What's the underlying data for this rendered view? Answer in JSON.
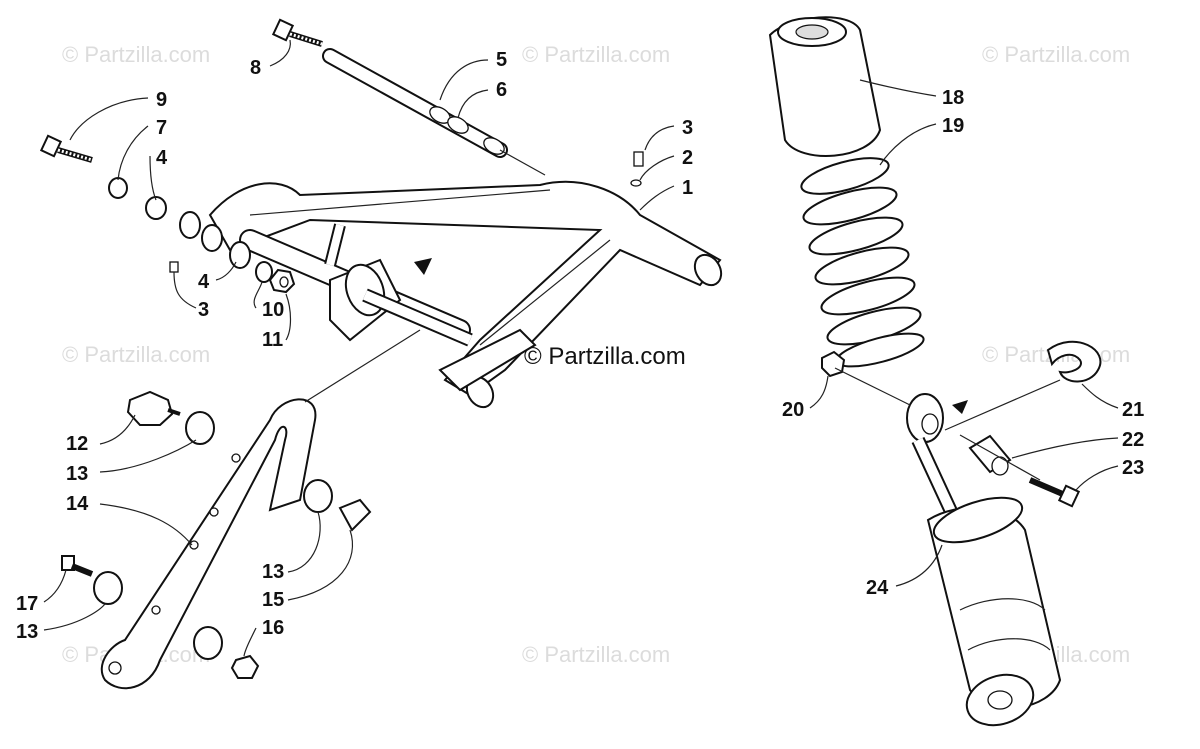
{
  "watermark": "© Partzilla.com",
  "brand_text": "© Partzilla.com",
  "callouts": [
    {
      "id": "c1",
      "text": "1"
    },
    {
      "id": "c2",
      "text": "2"
    },
    {
      "id": "c3a",
      "text": "3"
    },
    {
      "id": "c3b",
      "text": "3"
    },
    {
      "id": "c4a",
      "text": "4"
    },
    {
      "id": "c4b",
      "text": "4"
    },
    {
      "id": "c5",
      "text": "5"
    },
    {
      "id": "c6",
      "text": "6"
    },
    {
      "id": "c7",
      "text": "7"
    },
    {
      "id": "c8",
      "text": "8"
    },
    {
      "id": "c9",
      "text": "9"
    },
    {
      "id": "c10",
      "text": "10"
    },
    {
      "id": "c11",
      "text": "11"
    },
    {
      "id": "c12",
      "text": "12"
    },
    {
      "id": "c13a",
      "text": "13"
    },
    {
      "id": "c13b",
      "text": "13"
    },
    {
      "id": "c13c",
      "text": "13"
    },
    {
      "id": "c14",
      "text": "14"
    },
    {
      "id": "c15",
      "text": "15"
    },
    {
      "id": "c16",
      "text": "16"
    },
    {
      "id": "c17",
      "text": "17"
    },
    {
      "id": "c18",
      "text": "18"
    },
    {
      "id": "c19",
      "text": "19"
    },
    {
      "id": "c20",
      "text": "20"
    },
    {
      "id": "c21",
      "text": "21"
    },
    {
      "id": "c22",
      "text": "22"
    },
    {
      "id": "c23",
      "text": "23"
    },
    {
      "id": "c24",
      "text": "24"
    }
  ]
}
